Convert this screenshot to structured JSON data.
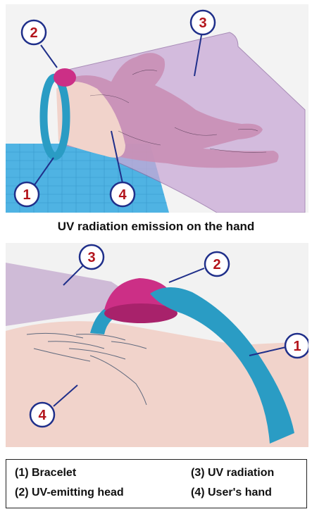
{
  "top": {
    "caption": "UV radiation emission on the hand",
    "markers": [
      "1",
      "2",
      "3",
      "4"
    ]
  },
  "bottom": {
    "markers": [
      "1",
      "2",
      "3",
      "4"
    ]
  },
  "legend": {
    "items": [
      "(1) Bracelet",
      "(2) UV-emitting head",
      "(3) UV radiation",
      "(4) User's hand"
    ]
  },
  "colors": {
    "bracelet": "#2a9cc4",
    "head": "#cc2f86",
    "radiation": "#c9a9d6",
    "hand": "#f1d3cb",
    "grid": "#48aee0",
    "marker_ring": "#1f2f8a",
    "marker_text": "#b3141b"
  }
}
